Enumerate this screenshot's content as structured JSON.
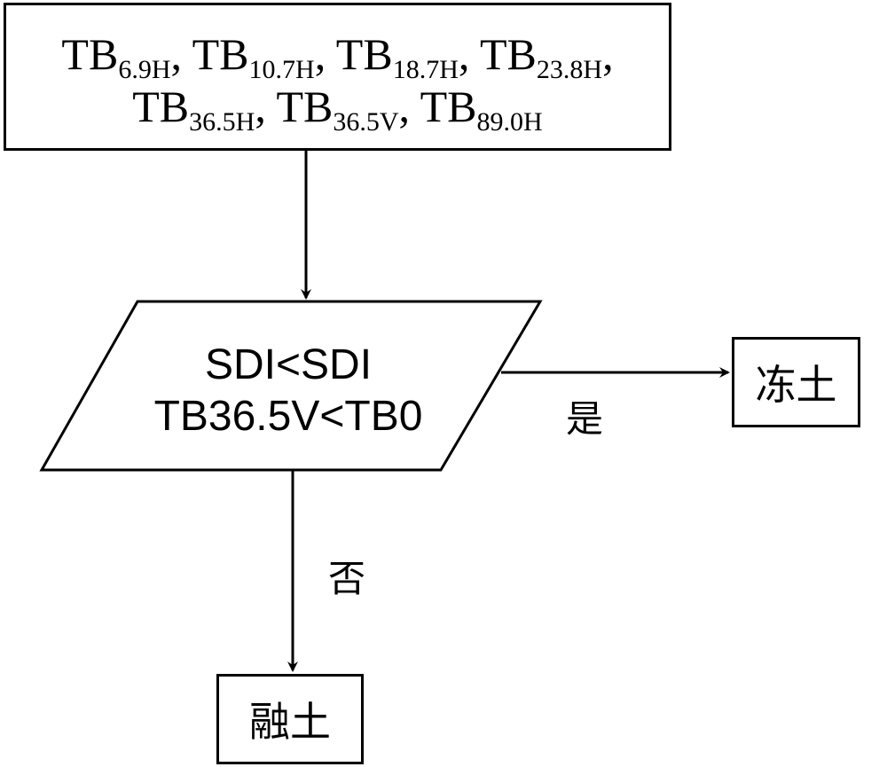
{
  "input": {
    "base": "TB",
    "line1": [
      {
        "sub": "6.9H",
        "sep": ", "
      },
      {
        "sub": "10.7H",
        "sep": ", "
      },
      {
        "sub": "18.7H",
        "sep": ", "
      },
      {
        "sub": "23.8H",
        "sep": ","
      }
    ],
    "line2": [
      {
        "sub": "36.5H",
        "sep": ", "
      },
      {
        "sub": "36.5V",
        "sep": ", "
      },
      {
        "sub": "89.0H",
        "sep": ""
      }
    ]
  },
  "decision": {
    "condition1": "SDI<SDI",
    "condition2": "TB36.5V<TB0"
  },
  "yes_label": "是",
  "no_label": "否",
  "yes_result": "冻土",
  "no_result": "融土"
}
